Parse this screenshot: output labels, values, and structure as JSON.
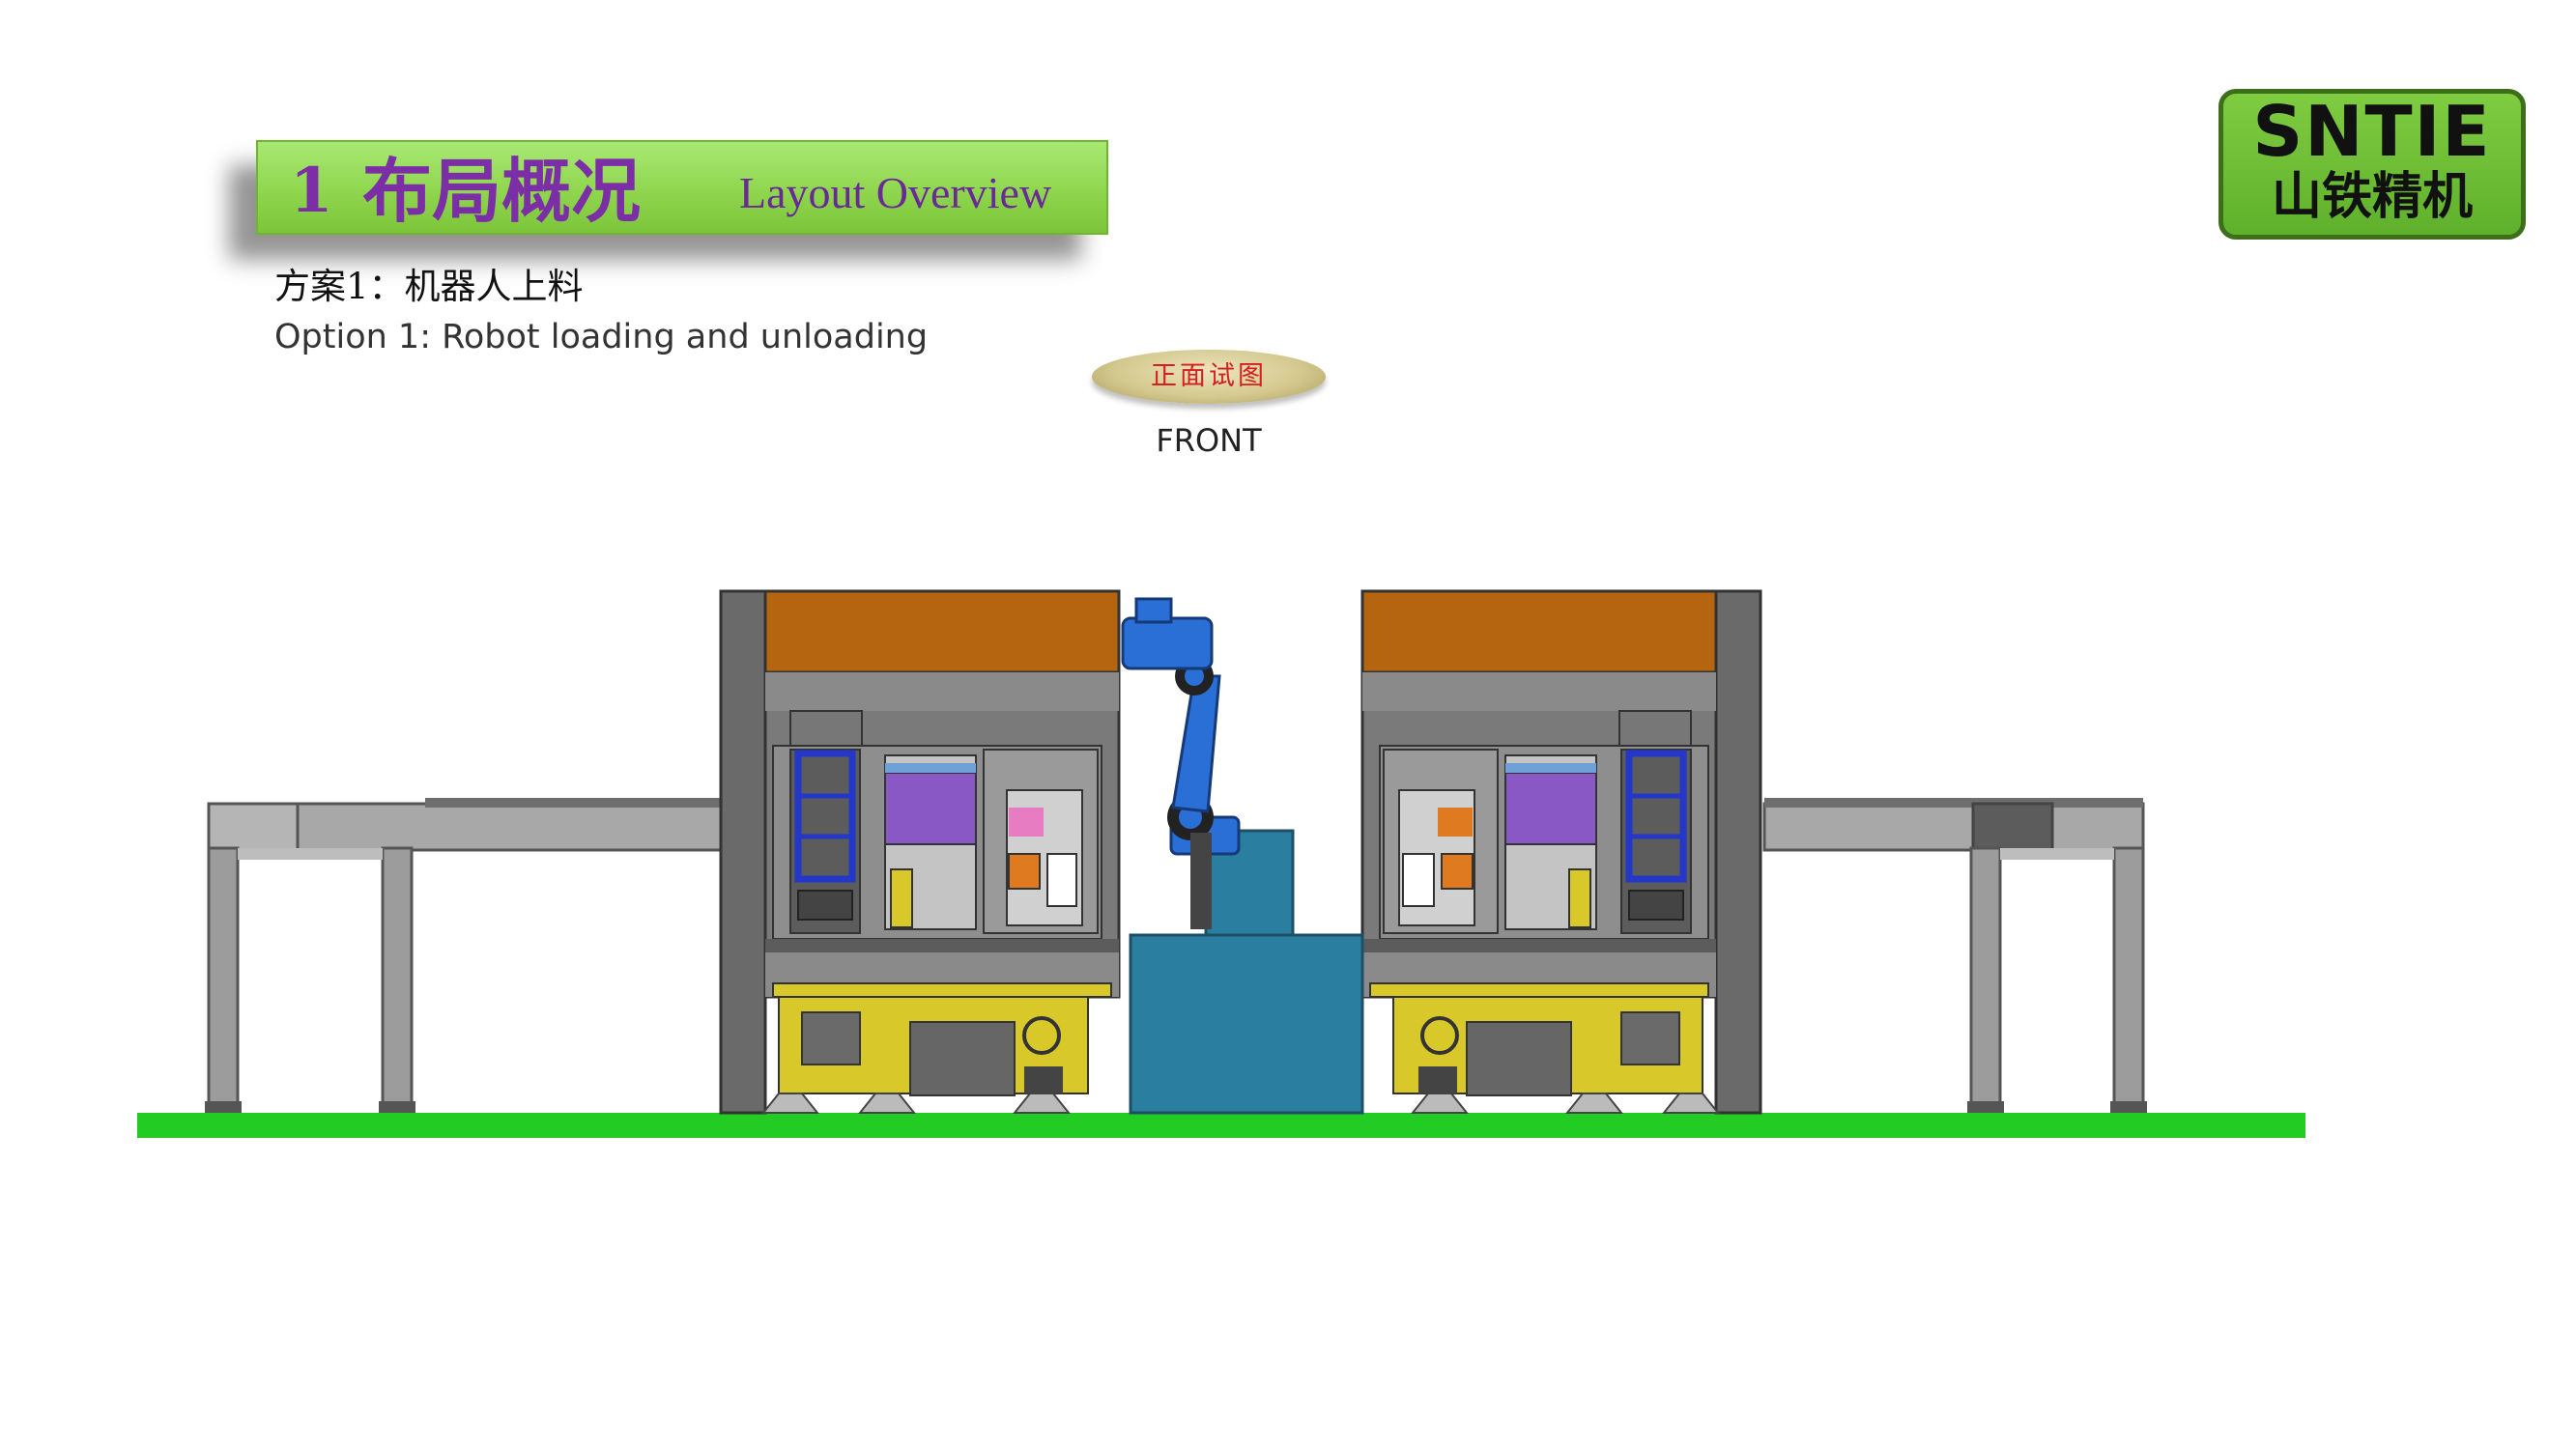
{
  "header": {
    "number": "1",
    "title_cn": "布局概况",
    "title_en": "Layout Overview"
  },
  "option": {
    "title_cn": "方案1：机器人上料",
    "title_en": "Option 1: Robot loading and unloading"
  },
  "view": {
    "badge_cn": "正面试图",
    "label": "FRONT"
  },
  "logo": {
    "top": "SNTIE",
    "bottom": "山铁精机"
  },
  "colors": {
    "banner": "#8fd64e",
    "title_purple": "#7b2ea6",
    "floor_green": "#22cc22",
    "machine_gray": "#7a7a7a",
    "machine_top_orange": "#b5640f",
    "robot_blue": "#2a6fd6",
    "pedestal_teal": "#2a7fa0",
    "base_yellow": "#d9c82a"
  }
}
